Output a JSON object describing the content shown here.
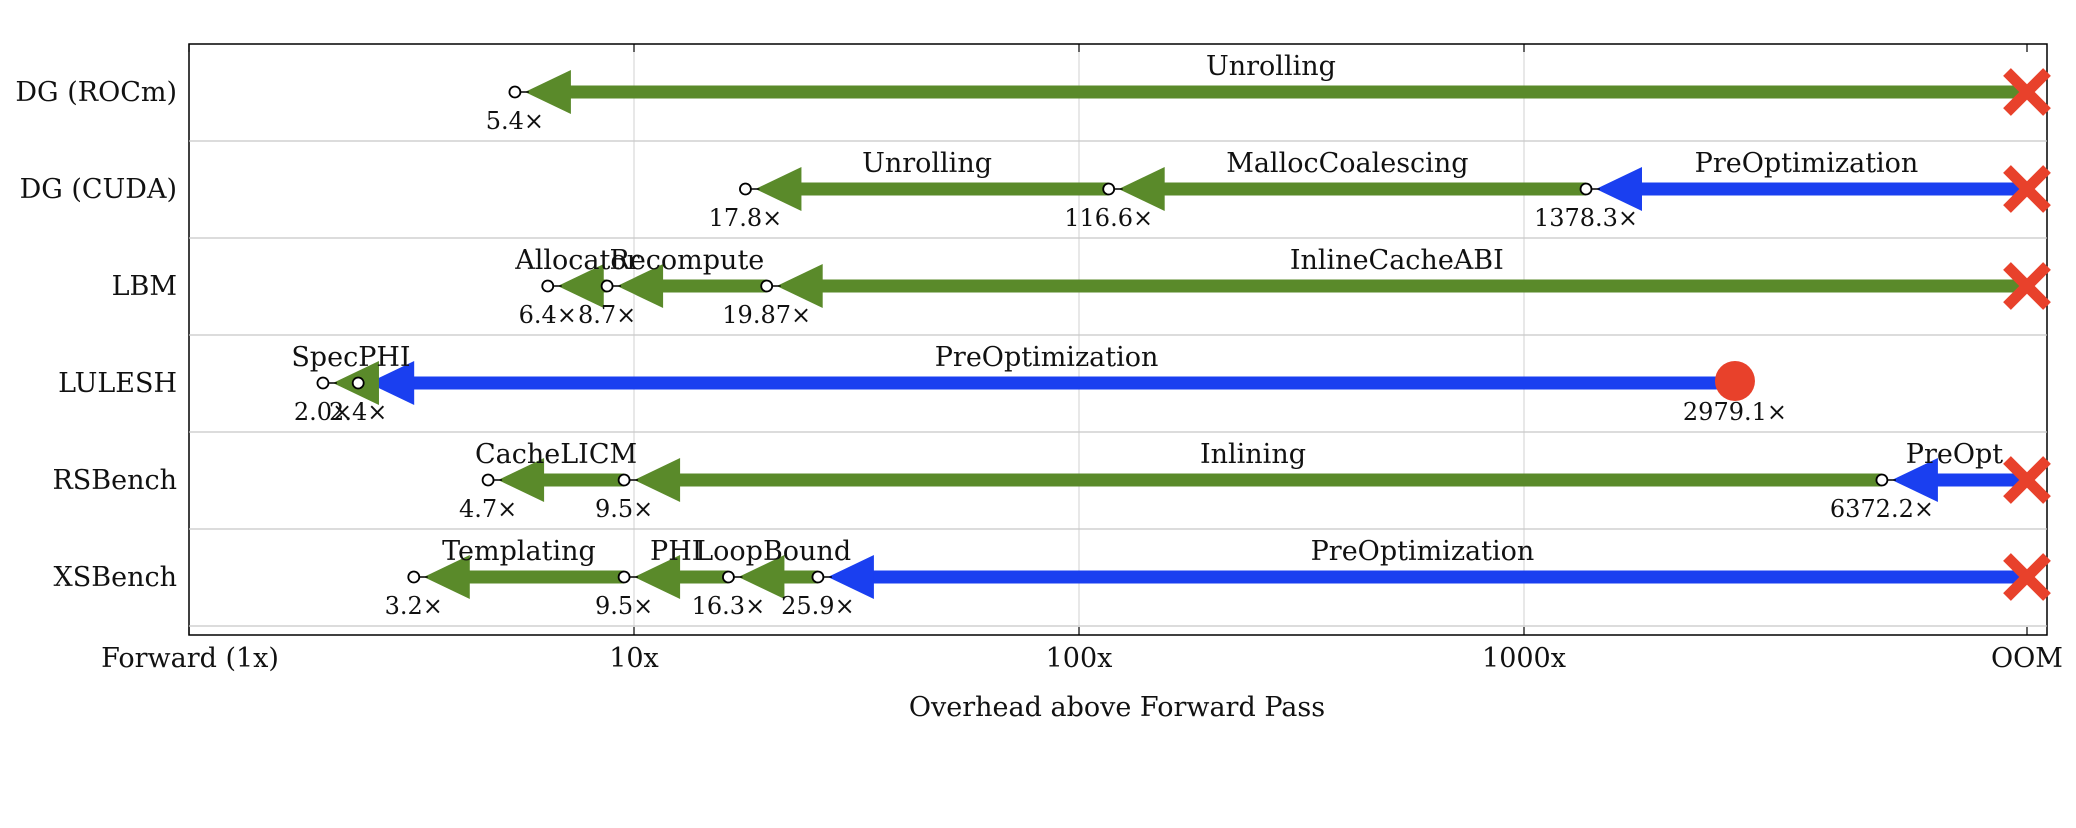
{
  "chart_data": {
    "type": "arrow-timeline",
    "xlabel": "Overhead above Forward Pass",
    "x_scale": "log",
    "xlim": [
      1,
      20000
    ],
    "ticks": [
      {
        "value": 1,
        "label": "Forward (1x)"
      },
      {
        "value": 10,
        "label": "10x"
      },
      {
        "value": 100,
        "label": "100x"
      },
      {
        "value": 1000,
        "label": "1000x"
      },
      {
        "value": 20000,
        "label": "OOM"
      }
    ],
    "colors": {
      "green": "#5a8a2a",
      "blue": "#1a3ff0",
      "red": "#e8412b"
    },
    "rows": [
      {
        "name": "DG (ROCm)",
        "start": "OOM",
        "points": [
          {
            "x": 5.4,
            "label": "5.4×"
          }
        ],
        "arrows": [
          {
            "from": "OOM",
            "to": 5.4,
            "label": "Unrolling",
            "color": "green"
          }
        ]
      },
      {
        "name": "DG (CUDA)",
        "start": "OOM",
        "points": [
          {
            "x": 17.8,
            "label": "17.8×"
          },
          {
            "x": 116.6,
            "label": "116.6×"
          },
          {
            "x": 1378.3,
            "label": "1378.3×"
          }
        ],
        "arrows": [
          {
            "from": "OOM",
            "to": 1378.3,
            "label": "PreOptimization",
            "color": "blue"
          },
          {
            "from": 1378.3,
            "to": 116.6,
            "label": "MallocCoalescing",
            "color": "green"
          },
          {
            "from": 116.6,
            "to": 17.8,
            "label": "Unrolling",
            "color": "green"
          }
        ]
      },
      {
        "name": "LBM",
        "start": "OOM",
        "points": [
          {
            "x": 6.4,
            "label": "6.4×"
          },
          {
            "x": 8.7,
            "label": "8.7×"
          },
          {
            "x": 19.87,
            "label": "19.87×"
          }
        ],
        "arrows": [
          {
            "from": "OOM",
            "to": 19.87,
            "label": "InlineCacheABI",
            "color": "green"
          },
          {
            "from": 19.87,
            "to": 8.7,
            "label": "Recompute",
            "color": "green"
          },
          {
            "from": 8.7,
            "to": 6.4,
            "label": "Allocator",
            "color": "green"
          }
        ]
      },
      {
        "name": "LULESH",
        "start": 2979.1,
        "start_label": "2979.1×",
        "points": [
          {
            "x": 2.0,
            "label": "2.0×"
          },
          {
            "x": 2.4,
            "label": "2.4×"
          }
        ],
        "arrows": [
          {
            "from": 2979.1,
            "to": 2.4,
            "label": "PreOptimization",
            "color": "blue"
          },
          {
            "from": 2.4,
            "to": 2.0,
            "label": "SpecPHI",
            "color": "green"
          }
        ]
      },
      {
        "name": "RSBench",
        "start": "OOM",
        "points": [
          {
            "x": 4.7,
            "label": "4.7×"
          },
          {
            "x": 9.5,
            "label": "9.5×"
          },
          {
            "x": 6372.2,
            "label": "6372.2×"
          }
        ],
        "arrows": [
          {
            "from": "OOM",
            "to": 6372.2,
            "label": "PreOpt",
            "color": "blue"
          },
          {
            "from": 6372.2,
            "to": 9.5,
            "label": "Inlining",
            "color": "green"
          },
          {
            "from": 9.5,
            "to": 4.7,
            "label": "CacheLICM",
            "color": "green"
          }
        ]
      },
      {
        "name": "XSBench",
        "start": "OOM",
        "points": [
          {
            "x": 3.2,
            "label": "3.2×"
          },
          {
            "x": 9.5,
            "label": "9.5×"
          },
          {
            "x": 16.3,
            "label": "16.3×"
          },
          {
            "x": 25.9,
            "label": "25.9×"
          }
        ],
        "arrows": [
          {
            "from": "OOM",
            "to": 25.9,
            "label": "PreOptimization",
            "color": "blue"
          },
          {
            "from": 25.9,
            "to": 16.3,
            "label": "LoopBound",
            "color": "green"
          },
          {
            "from": 16.3,
            "to": 9.5,
            "label": "PHI",
            "color": "green"
          },
          {
            "from": 9.5,
            "to": 3.2,
            "label": "Templating",
            "color": "green"
          }
        ]
      }
    ]
  }
}
